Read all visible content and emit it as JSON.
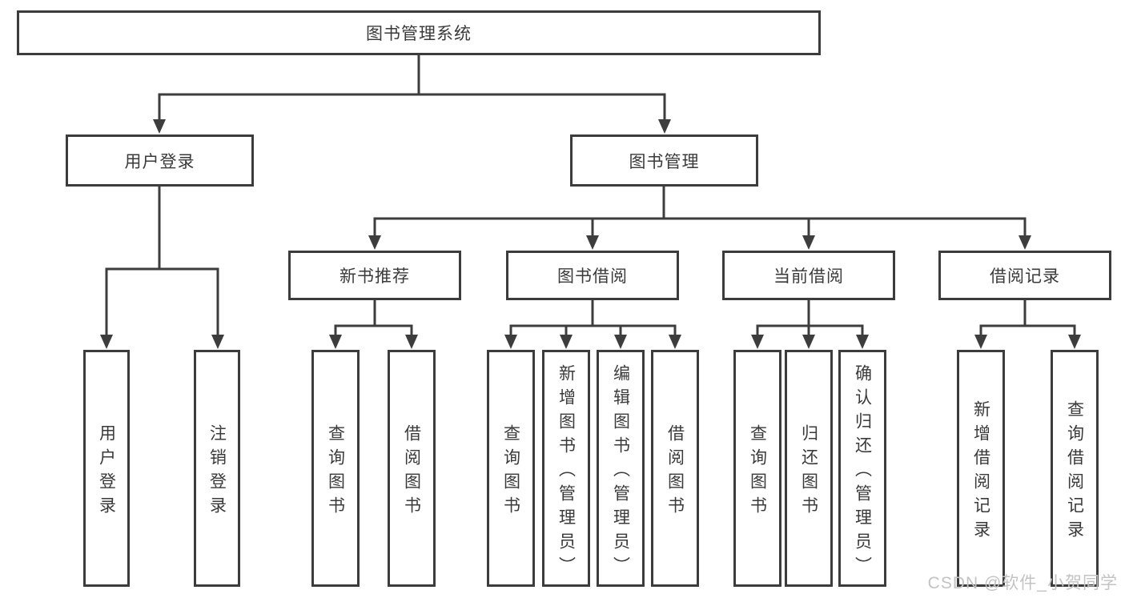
{
  "tree": {
    "label": "图书管理系统",
    "children": [
      {
        "label": "用户登录",
        "children": [
          {
            "label": "用户登录"
          },
          {
            "label": "注销登录"
          }
        ]
      },
      {
        "label": "图书管理",
        "children": [
          {
            "label": "新书推荐",
            "children": [
              {
                "label": "查询图书"
              },
              {
                "label": "借阅图书"
              }
            ]
          },
          {
            "label": "图书借阅",
            "children": [
              {
                "label": "查询图书"
              },
              {
                "label": "新增图书（管理员）"
              },
              {
                "label": "编辑图书（管理员）"
              },
              {
                "label": "借阅图书"
              }
            ]
          },
          {
            "label": "当前借阅",
            "children": [
              {
                "label": "查询图书"
              },
              {
                "label": "归还图书"
              },
              {
                "label": "确认归还（管理员）"
              }
            ]
          },
          {
            "label": "借阅记录",
            "children": [
              {
                "label": "新增借阅记录"
              },
              {
                "label": "查询借阅记录"
              }
            ]
          }
        ]
      }
    ]
  },
  "watermark": {
    "text": "CSDN @软件_小贺同学"
  },
  "colors": {
    "line": "#3d3d3d",
    "box_border": "#3c3c3c",
    "text": "#3a3a3a",
    "watermark_text": "#c3c3c3",
    "background": "#ffffff"
  }
}
